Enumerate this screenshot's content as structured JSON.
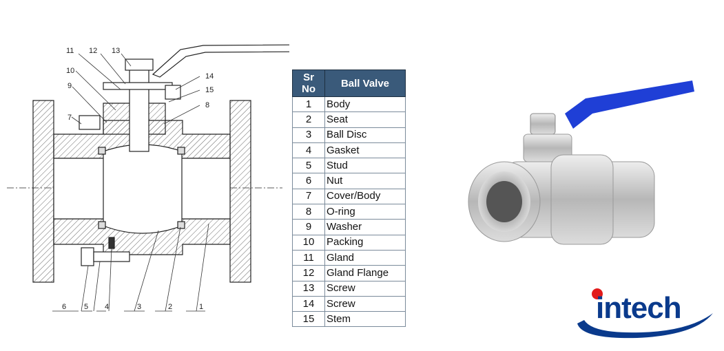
{
  "callouts": [
    "1",
    "2",
    "3",
    "4",
    "5",
    "6",
    "7",
    "8",
    "9",
    "10",
    "11",
    "12",
    "13",
    "14",
    "15"
  ],
  "table": {
    "headers": {
      "no": "Sr No",
      "name": "Ball Valve"
    },
    "rows": [
      {
        "no": "1",
        "name": "Body"
      },
      {
        "no": "2",
        "name": "Seat"
      },
      {
        "no": "3",
        "name": "Ball Disc"
      },
      {
        "no": "4",
        "name": "Gasket"
      },
      {
        "no": "5",
        "name": "Stud"
      },
      {
        "no": "6",
        "name": "Nut"
      },
      {
        "no": "7",
        "name": "Cover/Body"
      },
      {
        "no": "8",
        "name": "O-ring"
      },
      {
        "no": "9",
        "name": "Washer"
      },
      {
        "no": "10",
        "name": "Packing"
      },
      {
        "no": "11",
        "name": "Gland"
      },
      {
        "no": "12",
        "name": "Gland Flange"
      },
      {
        "no": "13",
        "name": "Screw"
      },
      {
        "no": "14",
        "name": "Screw"
      },
      {
        "no": "15",
        "name": "Stem"
      }
    ]
  },
  "logo": {
    "text": "intech",
    "accent_color": "#e21b1b",
    "brand_color": "#0a3a8c"
  },
  "handle_color": "#1f3fd6"
}
